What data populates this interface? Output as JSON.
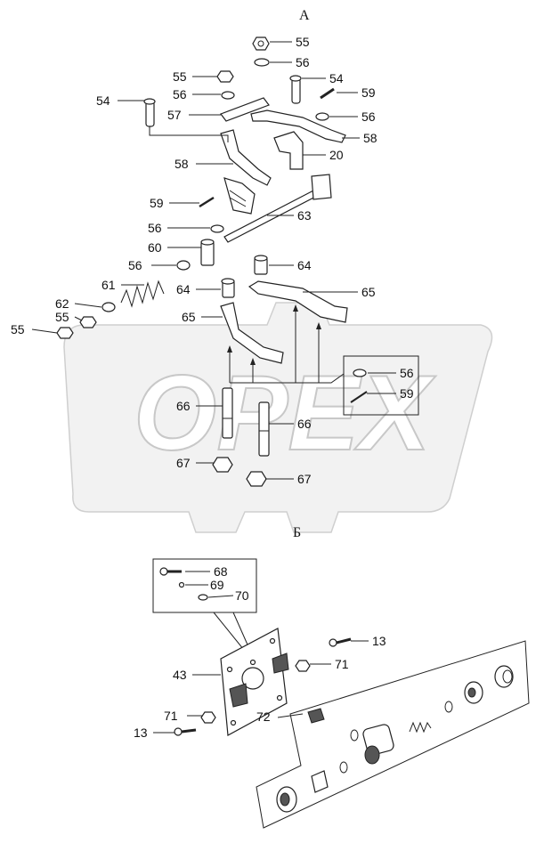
{
  "sections": {
    "a": "А",
    "b": "Б"
  },
  "watermark": "OPEX",
  "callouts": {
    "c55a": "55",
    "c56a": "56",
    "c55b": "55",
    "c54a": "54",
    "c54b": "54",
    "c56b": "56",
    "c59a": "59",
    "c57": "57",
    "c56c": "56",
    "c58a": "58",
    "c20": "20",
    "c58b": "58",
    "c59b": "59",
    "c63": "63",
    "c56d": "56",
    "c60": "60",
    "c56e": "56",
    "c64a": "64",
    "c61": "61",
    "c64b": "64",
    "c65a": "65",
    "c62": "62",
    "c55c": "55",
    "c65b": "65",
    "c55d": "55",
    "c56f": "56",
    "c59c": "59",
    "c66a": "66",
    "c66b": "66",
    "c67a": "67",
    "c67b": "67",
    "c68": "68",
    "c69": "69",
    "c70": "70",
    "c13a": "13",
    "c43": "43",
    "c71a": "71",
    "c71b": "71",
    "c72": "72",
    "c13b": "13"
  }
}
